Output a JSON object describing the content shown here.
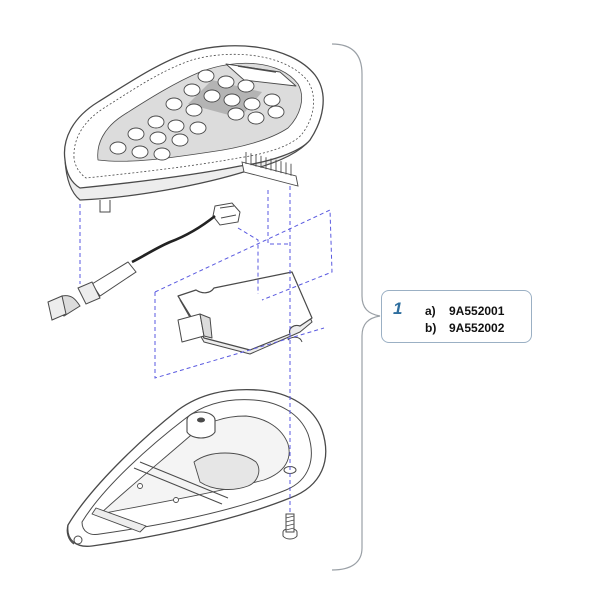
{
  "callout": {
    "number": "1",
    "variants": [
      {
        "letter": "a)",
        "part_number": "9A552001"
      },
      {
        "letter": "b)",
        "part_number": "9A552002"
      }
    ]
  },
  "colors": {
    "line": "#4a4a4a",
    "leader": "#5a5ae0",
    "bracket": "#9aa0a6",
    "callout_border": "#9bb0c4",
    "callout_number": "#2e6e9e",
    "keypad_panel": "#dcdcdc",
    "keypad_highlight": "#b4b4b4",
    "shade": "#c4c4c4"
  }
}
